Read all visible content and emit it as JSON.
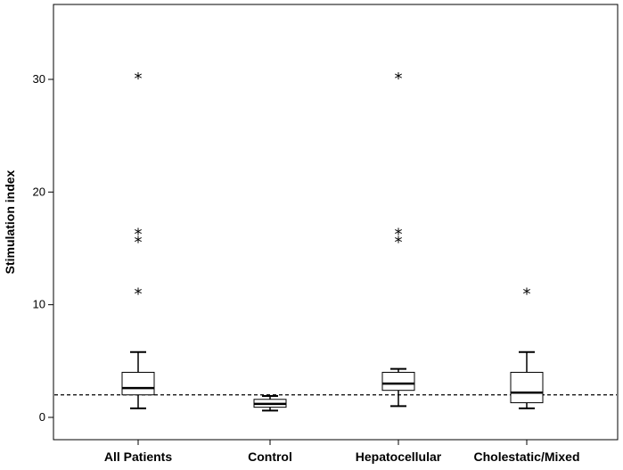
{
  "chart_data": {
    "type": "boxplot",
    "ylabel": "Stimulation index",
    "ylim": [
      -2,
      37
    ],
    "yticks": [
      0,
      10,
      20,
      30
    ],
    "categories": [
      "All Patients",
      "Control",
      "Hepatocellular",
      "Cholestatic/Mixed"
    ],
    "boxes": [
      {
        "whisker_low": 0.8,
        "q1": 2.0,
        "median": 2.6,
        "q3": 4.0,
        "whisker_high": 5.8,
        "outliers": [
          30.3,
          16.5,
          15.8,
          11.2
        ]
      },
      {
        "whisker_low": 0.6,
        "q1": 0.9,
        "median": 1.2,
        "q3": 1.6,
        "whisker_high": 1.9,
        "outliers": []
      },
      {
        "whisker_low": 1.0,
        "q1": 2.4,
        "median": 3.0,
        "q3": 4.0,
        "whisker_high": 4.3,
        "outliers": [
          30.3,
          16.5,
          15.8
        ]
      },
      {
        "whisker_low": 0.8,
        "q1": 1.3,
        "median": 2.2,
        "q3": 4.0,
        "whisker_high": 5.8,
        "outliers": [
          11.2
        ]
      }
    ],
    "reference_line": {
      "y": 2.0,
      "style": "dashed"
    },
    "outlier_marker": "*",
    "grid": false
  }
}
